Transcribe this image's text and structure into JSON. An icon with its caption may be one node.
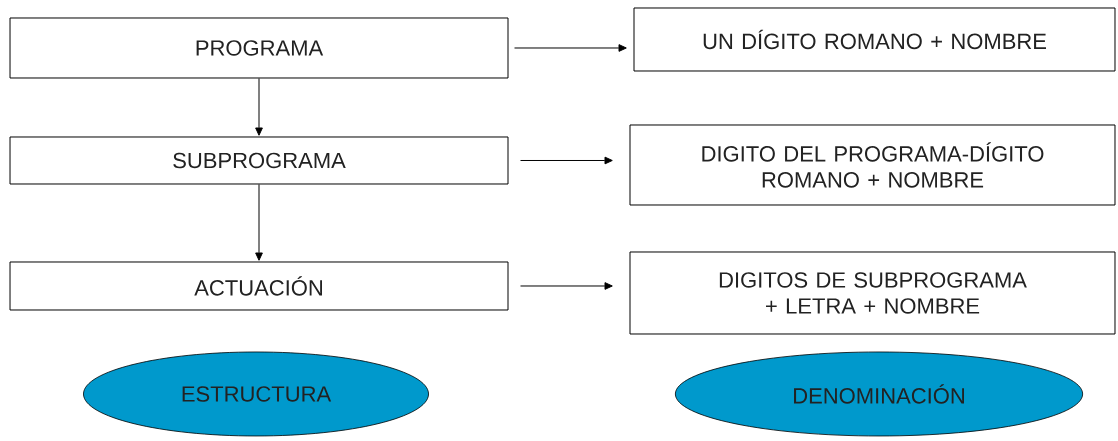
{
  "diagram": {
    "nodes": [
      {
        "text": [
          "PROGRAMA"
        ]
      },
      {
        "text": [
          "UN DÍGITO ROMANO  + NOMBRE"
        ]
      },
      {
        "text": [
          "SUBPROGRAMA"
        ]
      },
      {
        "text": [
          "DIGITO DEL PROGRAMA-DÍGITO ROMANO  + NOMBRE"
        ]
      },
      {
        "text": [
          "ACTUACIÓN"
        ]
      },
      {
        "text": [
          "DIGITOS DE SUBPROGRAMA + LETRA + NOMBRE"
        ]
      },
      {
        "text": [
          "ESTRUCTURA"
        ]
      },
      {
        "text": [
          "DENOMINACIÓN"
        ]
      }
    ],
    "edges": [
      {
        "from": 0,
        "to": 1,
        "arrow": "to"
      },
      {
        "from": 0,
        "to": 2,
        "arrow": "to"
      },
      {
        "from": 2,
        "to": 3,
        "arrow": "to"
      },
      {
        "from": 2,
        "to": 4,
        "arrow": "to"
      },
      {
        "from": 4,
        "to": 5,
        "arrow": "to"
      }
    ]
  }
}
